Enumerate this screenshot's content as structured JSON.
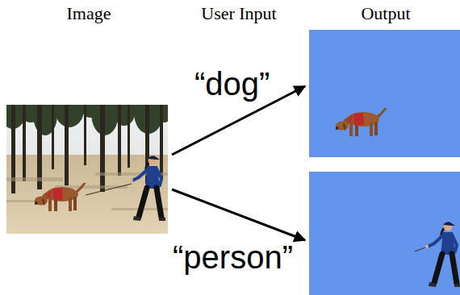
{
  "diagram": {
    "labels": [
      "Image",
      "User Input",
      "Output",
      "“dog”",
      "“person”"
    ]
  }
}
